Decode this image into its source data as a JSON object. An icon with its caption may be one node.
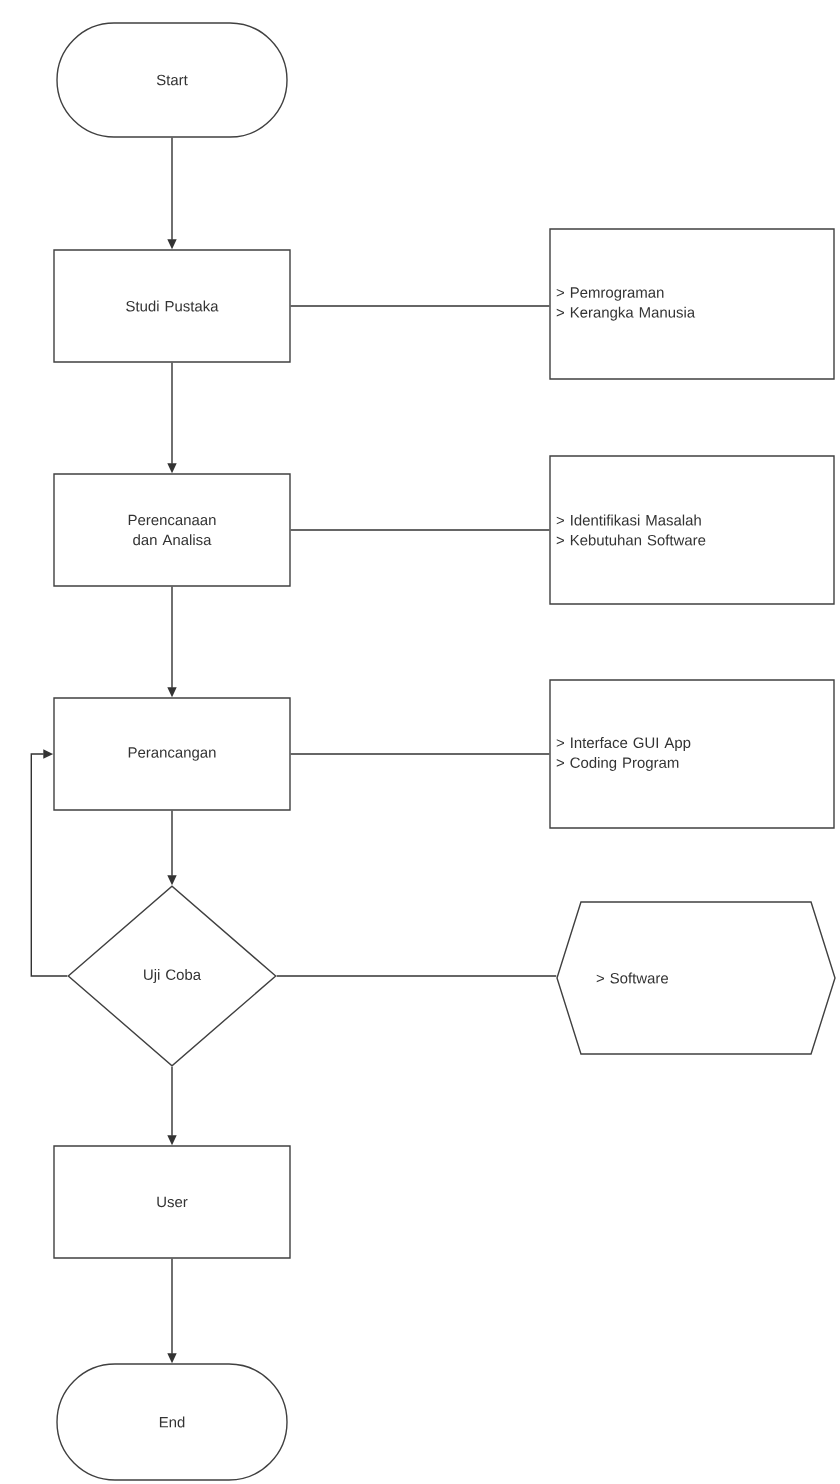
{
  "diagram": {
    "nodes": [
      {
        "text": [
          "Start"
        ]
      },
      {
        "text": [
          "Studi Pustaka"
        ]
      },
      {
        "text": [
          "> Pemrograman",
          "> Kerangka Manusia"
        ]
      },
      {
        "text": [
          "Perencanaan dan Analisa"
        ]
      },
      {
        "text": [
          "> Identifikasi Masalah",
          "> Kebutuhan Software"
        ]
      },
      {
        "text": [
          "Perancangan"
        ]
      },
      {
        "text": [
          "> Interface GUI App",
          "> Coding Program"
        ]
      },
      {
        "text": [
          "Uji Coba"
        ]
      },
      {
        "text": [
          "> Software"
        ]
      },
      {
        "text": [
          "User"
        ]
      },
      {
        "text": [
          "End"
        ]
      }
    ],
    "edges": [
      {
        "from": 0,
        "to": 1,
        "arrow": "to"
      },
      {
        "from": 1,
        "to": 2,
        "arrow": "none"
      },
      {
        "from": 1,
        "to": 3,
        "arrow": "to"
      },
      {
        "from": 3,
        "to": 4,
        "arrow": "none"
      },
      {
        "from": 3,
        "to": 5,
        "arrow": "to"
      },
      {
        "from": 5,
        "to": 6,
        "arrow": "none"
      },
      {
        "from": 5,
        "to": 7,
        "arrow": "to"
      },
      {
        "from": 7,
        "to": 5,
        "arrow": "to"
      },
      {
        "from": 7,
        "to": 8,
        "arrow": "none"
      },
      {
        "from": 7,
        "to": 9,
        "arrow": "to"
      },
      {
        "from": 9,
        "to": 10,
        "arrow": "to"
      }
    ]
  }
}
